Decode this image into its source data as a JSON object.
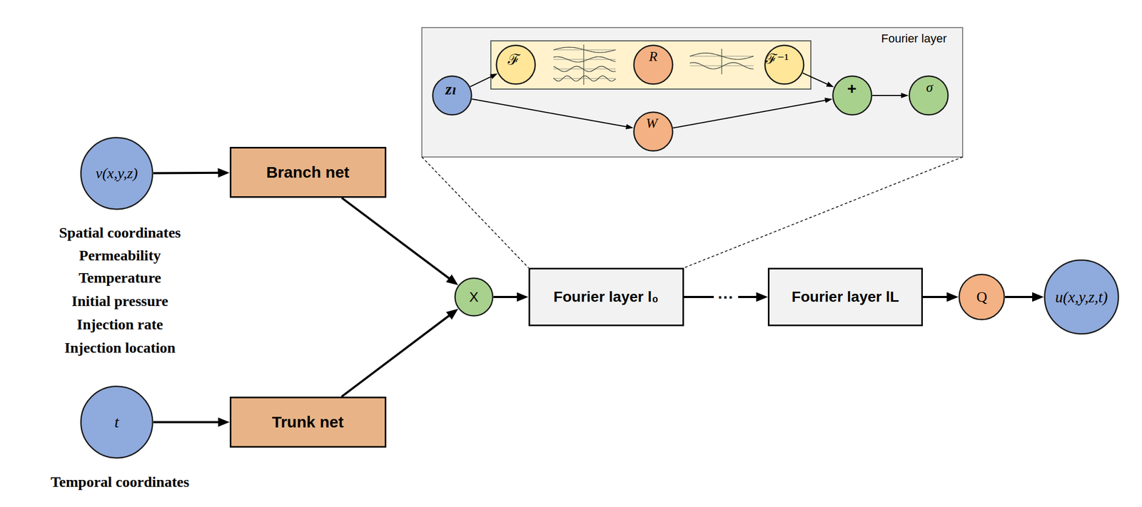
{
  "diagram": {
    "nodes": [
      {
        "text": [
          "Fourier layer"
        ]
      },
      {
        "text": [
          "zₗ"
        ],
        "in": 0
      },
      {
        "text": [
          "ℱ"
        ],
        "in": 0
      },
      {
        "text": [
          "R"
        ],
        "in": 0
      },
      {
        "text": [
          "ℱ⁻¹"
        ],
        "in": 0
      },
      {
        "text": [
          "W"
        ],
        "in": 0
      },
      {
        "text": [
          "+"
        ],
        "in": 0
      },
      {
        "text": [
          "σ"
        ],
        "in": 0
      },
      {
        "text": [
          "v(x,y,z)"
        ]
      },
      {
        "text": [
          "Branch net"
        ]
      },
      {
        "text": [
          "t"
        ]
      },
      {
        "text": [
          "Trunk net"
        ]
      },
      {
        "text": [
          "X"
        ]
      },
      {
        "text": [
          "Fourier layer l₀"
        ]
      },
      {
        "text": [
          "Fourier layer lL"
        ]
      },
      {
        "text": [
          "Q"
        ]
      },
      {
        "text": [
          "u(x,y,z,t)"
        ]
      }
    ],
    "edges": [
      {
        "from": 1,
        "to": 2,
        "arrow": "to"
      },
      {
        "from": 4,
        "to": 6,
        "arrow": "to"
      },
      {
        "from": 1,
        "to": 5,
        "arrow": "to"
      },
      {
        "from": 5,
        "to": 6,
        "arrow": "to"
      },
      {
        "from": 6,
        "to": 7,
        "arrow": "to"
      },
      {
        "from": 8,
        "to": 9,
        "arrow": "to"
      },
      {
        "from": 10,
        "to": 11,
        "arrow": "to"
      },
      {
        "from": 9,
        "to": 12,
        "arrow": "to"
      },
      {
        "from": 11,
        "to": 12,
        "arrow": "to"
      },
      {
        "from": 12,
        "to": 13,
        "arrow": "to"
      },
      {
        "from": 13,
        "to": 14,
        "label": "···",
        "arrow": "to"
      },
      {
        "from": 14,
        "to": 15,
        "arrow": "to"
      },
      {
        "from": 15,
        "to": 16,
        "arrow": "to"
      }
    ],
    "labels": [
      "Spatial coordinates",
      "Permeability",
      "Temperature",
      "Initial pressure",
      "Injection rate",
      "Injection location",
      "Temporal coordinates"
    ]
  }
}
